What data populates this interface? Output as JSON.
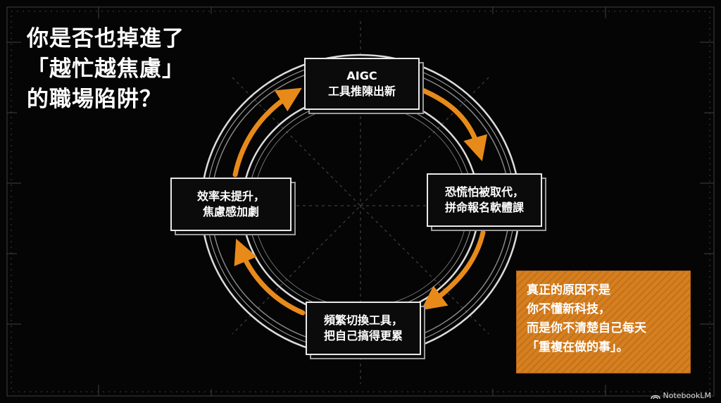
{
  "title": {
    "line1": "你是否也掉進了",
    "line2": "「越忙越焦慮」",
    "line3": "的職場陷阱？"
  },
  "cycle": {
    "top": {
      "line1": "AIGC",
      "line2": "工具推陳出新"
    },
    "right": {
      "line1": "恐慌怕被取代，",
      "line2": "拼命報名軟體課"
    },
    "bottom": {
      "line1": "頻繁切換工具，",
      "line2": "把自己搞得更累"
    },
    "left": {
      "line1": "效率未提升，",
      "line2": "焦慮感加劇"
    }
  },
  "callout": {
    "line1": "真正的原因不是",
    "line2": "你不懂新科技，",
    "line3": "而是你不清楚自己每天",
    "line4": "「重複在做的事」。"
  },
  "brand": {
    "label": "NotebookLM"
  },
  "colors": {
    "accent": "#e88a1a",
    "background": "#050505",
    "line": "#e9e9e9"
  }
}
